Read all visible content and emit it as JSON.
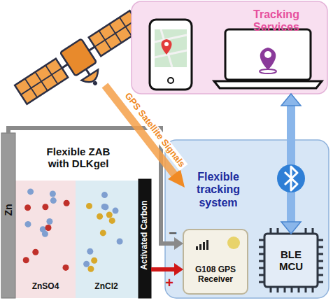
{
  "diagram": {
    "nodes": [
      {
        "text": [
          "Tracking Services"
        ]
      },
      {
        "text": [
          "Flexible ZAB with DLKgel"
        ]
      },
      {
        "text": [
          "Zn"
        ],
        "in": 1
      },
      {
        "text": [
          "Activated Carbon"
        ],
        "in": 1
      },
      {
        "text": [
          "Flexible tracking system"
        ]
      },
      {
        "text": [
          "G108 GPS Receiver"
        ],
        "in": 4
      },
      {
        "text": [
          "BLE MCU"
        ],
        "in": 4
      }
    ],
    "edges": [
      {
        "from": 2,
        "to": 5,
        "label": "−",
        "arrow": "to"
      },
      {
        "from": 3,
        "to": 5,
        "label": "+",
        "arrow": "to"
      },
      {
        "from": 0,
        "to": 6,
        "arrow": "both"
      }
    ],
    "labels": [
      "GPS Satellite Signals",
      "ZnSO4",
      "ZnCl2"
    ]
  }
}
